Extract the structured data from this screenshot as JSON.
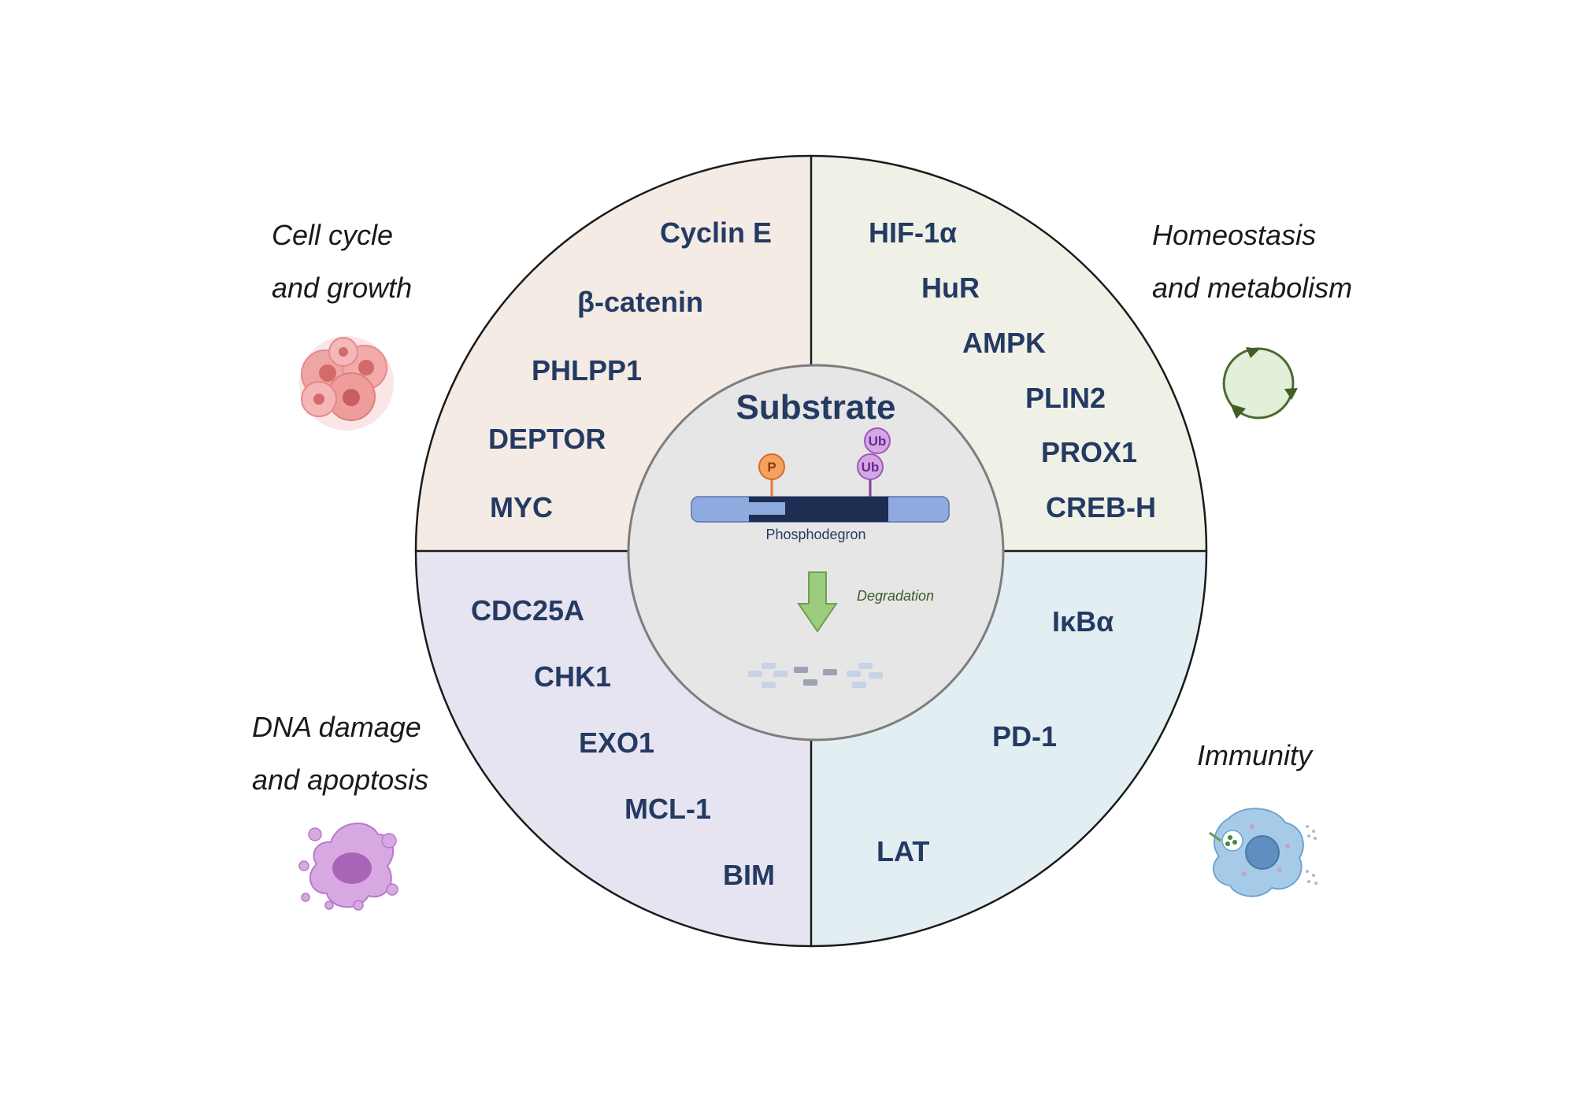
{
  "categories": {
    "top_left": {
      "line1": "Cell cycle",
      "line2": "and growth"
    },
    "top_right": {
      "line1": "Homeostasis",
      "line2": "and metabolism"
    },
    "bottom_left": {
      "line1": "DNA damage",
      "line2": "and apoptosis"
    },
    "bottom_right": {
      "line1": "Immunity"
    }
  },
  "quadrants": {
    "top_left": {
      "genes": [
        "Cyclin E",
        "β-catenin",
        "PHLPP1",
        "DEPTOR",
        "MYC"
      ]
    },
    "top_right": {
      "genes": [
        "HIF-1α",
        "HuR",
        "AMPK",
        "PLIN2",
        "PROX1",
        "CREB-H"
      ]
    },
    "bottom_left": {
      "genes": [
        "CDC25A",
        "CHK1",
        "EXO1",
        "MCL-1",
        "BIM"
      ]
    },
    "bottom_right": {
      "genes": [
        "IκBα",
        "PD-1",
        "LAT"
      ]
    }
  },
  "center": {
    "title": "Substrate",
    "phospho_mark": "P",
    "ub_mark": "Ub",
    "phosphodegron_label": "Phosphodegron",
    "degradation_label": "Degradation"
  },
  "colors": {
    "top_left_fill": "#f3ebe4",
    "top_right_fill": "#eff1e7",
    "bottom_left_fill": "#e5e4f0",
    "bottom_right_fill": "#e3eef3",
    "center_fill": "#e6e6e6",
    "text_navy": "#243a63"
  },
  "icons": {
    "top_left": "cancer-cell-cluster-icon",
    "top_right": "recycle-cycle-icon",
    "bottom_left": "apoptotic-cell-icon",
    "bottom_right": "immune-cell-icon"
  }
}
